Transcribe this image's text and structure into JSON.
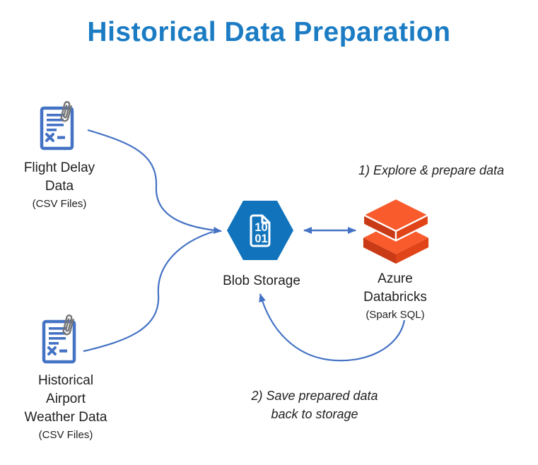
{
  "title": {
    "text": "Historical Data Preparation",
    "color": "#1b7cc4"
  },
  "colors": {
    "arrow": "#4472c4",
    "doc_icon": "#4472c4",
    "paperclip": "#757575",
    "text": "#1f1f1f"
  },
  "icons": {
    "flight_source": "document-with-paperclip-icon",
    "weather_source": "document-with-paperclip-icon",
    "blob": "blob-storage-hexagon-icon",
    "databricks": "databricks-stacked-bricks-icon"
  },
  "nodes": {
    "flight": {
      "line1": "Flight Delay",
      "line2": "Data",
      "sublabel": "(CSV Files)"
    },
    "weather": {
      "line1": "Historical",
      "line2": "Airport",
      "line3": "Weather Data",
      "sublabel": "(CSV Files)"
    },
    "blob": {
      "label": "Blob Storage",
      "binary_line1": "10",
      "binary_line2": "01",
      "hex_color": "#1173bc"
    },
    "databricks": {
      "line1": "Azure",
      "line2": "Databricks",
      "sublabel": "(Spark SQL)",
      "top_color": "#f95b2c",
      "left_color": "#c93a16",
      "right_color": "#e04418"
    }
  },
  "annotations": {
    "step1": "1) Explore & prepare data",
    "step2_line1": "2) Save prepared data",
    "step2_line2": "back to storage"
  }
}
